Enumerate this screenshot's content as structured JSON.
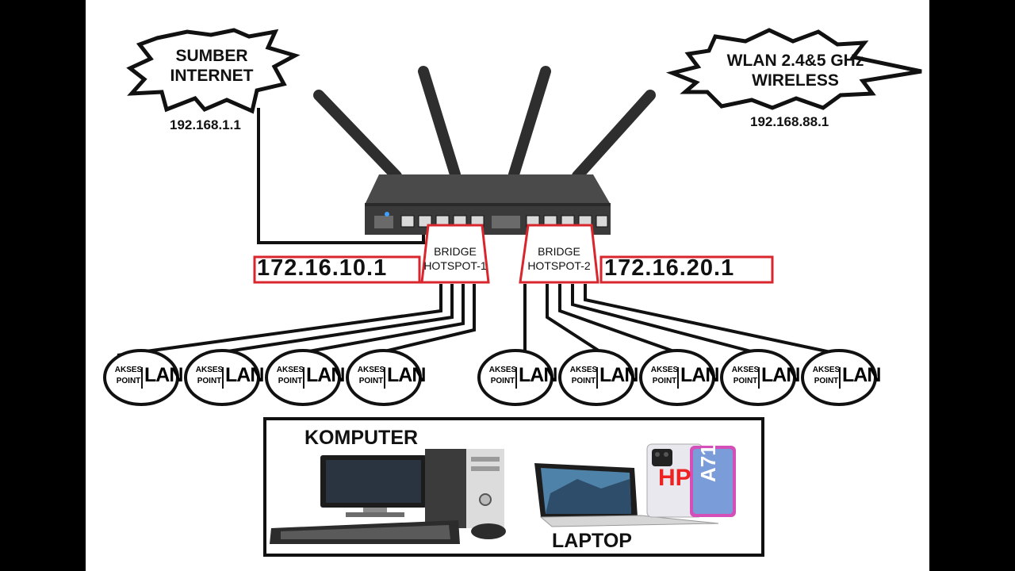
{
  "sources": {
    "internet_label": [
      "SUMBER",
      "INTERNET"
    ],
    "internet_ip": "192.168.1.1",
    "wlan_label": [
      "WLAN 2.4&5 GHz",
      "WIRELESS"
    ],
    "wlan_ip": "192.168.88.1"
  },
  "bridges": [
    {
      "label": [
        "BRIDGE",
        "HOTSPOT-1"
      ],
      "ip": "172.16.10.1"
    },
    {
      "label": [
        "BRIDGE",
        "HOTSPOT-2"
      ],
      "ip": "172.16.20.1"
    }
  ],
  "access_point": {
    "small": [
      "AKSES",
      "POINT"
    ],
    "big": "LAN",
    "count_left": 4,
    "count_right": 5
  },
  "devices": {
    "komputer": "KOMPUTER",
    "laptop": "LAPTOP",
    "hp": "HP",
    "phone_model": "A71"
  },
  "colors": {
    "accent": "#d9262c",
    "line": "#111111",
    "router": "#3a3a3a"
  }
}
